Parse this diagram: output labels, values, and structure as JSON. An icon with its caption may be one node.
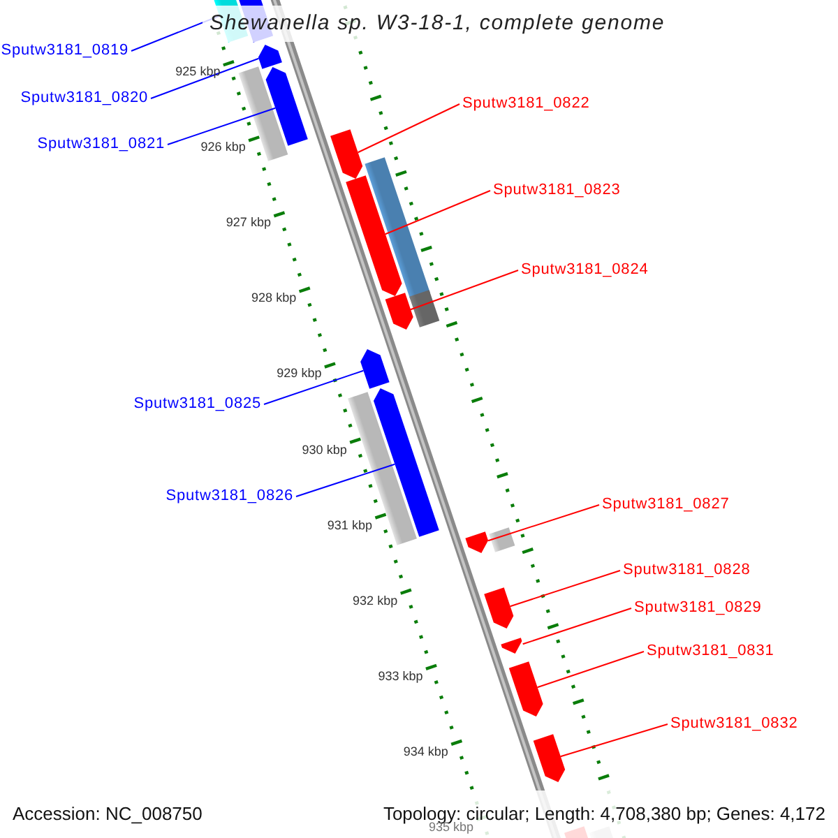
{
  "diagram": {
    "title": "Shewanella sp. W3-18-1, complete genome",
    "nodes": [
      {
        "text": [
          "Sputw3181_0819"
        ]
      },
      {
        "text": [
          "Sputw3181_0820"
        ]
      },
      {
        "text": [
          "Sputw3181_0821"
        ]
      },
      {
        "text": [
          "Sputw3181_0822"
        ]
      },
      {
        "text": [
          "Sputw3181_0823"
        ]
      },
      {
        "text": [
          "Sputw3181_0824"
        ]
      },
      {
        "text": [
          "Sputw3181_0825"
        ]
      },
      {
        "text": [
          "Sputw3181_0826"
        ]
      },
      {
        "text": [
          "Sputw3181_0827"
        ]
      },
      {
        "text": [
          "Sputw3181_0828"
        ]
      },
      {
        "text": [
          "Sputw3181_0829"
        ]
      },
      {
        "text": [
          "Sputw3181_0831"
        ]
      },
      {
        "text": [
          "Sputw3181_0832"
        ]
      },
      {
        "text": [],
        "shape": "bar"
      },
      {
        "text": [],
        "shape": "bar"
      },
      {
        "text": [],
        "shape": "bar"
      },
      {
        "text": [],
        "shape": "bar"
      },
      {
        "text": [],
        "shape": "bar"
      },
      {
        "text": [],
        "shape": "bar"
      },
      {
        "text": [],
        "shape": "bar"
      },
      {
        "text": [],
        "shape": "bar"
      },
      {
        "text": [],
        "shape": "bar"
      },
      {
        "text": [],
        "shape": "bar"
      },
      {
        "text": [],
        "shape": "bar"
      },
      {
        "text": [],
        "shape": "bar"
      },
      {
        "text": [],
        "shape": "bar"
      },
      {
        "text": [],
        "shape": "bar"
      },
      {
        "text": [],
        "shape": "bar"
      },
      {
        "text": [],
        "shape": "bar"
      },
      {
        "text": [],
        "shape": "bar"
      },
      {
        "text": [],
        "shape": "bar"
      },
      {
        "text": [],
        "shape": "bar"
      },
      {
        "text": [],
        "shape": "bar"
      },
      {
        "text": [],
        "shape": "bar"
      }
    ],
    "edges": [
      {
        "from": 0,
        "to": 13,
        "arrow": "none",
        "color": "#0000ff"
      },
      {
        "from": 1,
        "to": 15,
        "arrow": "none",
        "color": "#0000ff"
      },
      {
        "from": 2,
        "to": 16,
        "arrow": "none",
        "color": "#0000ff"
      },
      {
        "from": 3,
        "to": 18,
        "arrow": "none"
      },
      {
        "from": 4,
        "to": 19,
        "arrow": "none"
      },
      {
        "from": 5,
        "to": 22,
        "arrow": "none"
      },
      {
        "from": 6,
        "to": 23,
        "arrow": "none",
        "color": "#0000ff"
      },
      {
        "from": 7,
        "to": 24,
        "arrow": "none",
        "color": "#0000ff"
      },
      {
        "from": 8,
        "to": 26,
        "arrow": "none"
      },
      {
        "from": 9,
        "to": 28,
        "arrow": "none"
      },
      {
        "from": 10,
        "to": 29,
        "arrow": "none"
      },
      {
        "from": 11,
        "to": 30,
        "arrow": "none"
      },
      {
        "from": 12,
        "to": 31,
        "arrow": "none"
      }
    ],
    "labels": [
      "925 kbp",
      "926 kbp",
      "927 kbp",
      "928 kbp",
      "929 kbp",
      "930 kbp",
      "931 kbp",
      "932 kbp",
      "933 kbp",
      "934 kbp",
      "935 kbp",
      "Accession: NC_008750",
      "Topology: circular; Length: 4,708,380 bp; Genes: 4,172"
    ]
  }
}
